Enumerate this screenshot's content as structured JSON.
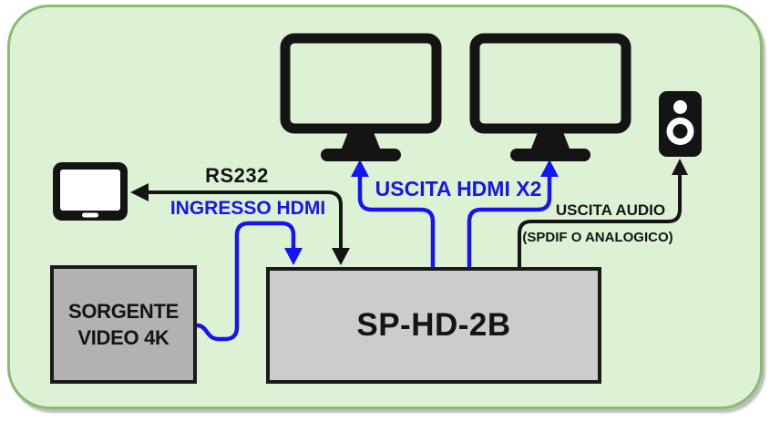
{
  "diagram": {
    "device_model": "SP-HD-2B",
    "panel": {
      "background": "#ddf2d5",
      "border_color": "#8abb6f"
    },
    "colors": {
      "hdmi_blue": "#1515f0",
      "line_black": "#141414",
      "source_box_fill": "#b2b2b2",
      "splitter_box_fill": "#cccccc"
    }
  },
  "labels": {
    "rs232": "RS232",
    "ingresso_hdmi": "INGRESSO HDMI",
    "uscita_hdmi": "USCITA HDMI X2",
    "uscita_audio": "USCITA AUDIO",
    "uscita_audio_detail": "(SPDIF O ANALOGICO)"
  },
  "nodes": {
    "source_box": {
      "line1": "SORGENTE",
      "line2": "VIDEO 4K"
    },
    "splitter_box": {
      "label": "SP-HD-2B"
    },
    "display_left": {
      "icon": "monitor-icon"
    },
    "display_right": {
      "icon": "monitor-icon"
    },
    "speaker": {
      "icon": "speaker-icon"
    },
    "controller": {
      "icon": "tablet-icon"
    }
  },
  "connections": [
    {
      "from": "splitter_box",
      "to": "controller",
      "label": "RS232",
      "color": "black",
      "arrows": "both-ends"
    },
    {
      "from": "source_box",
      "to": "splitter_box",
      "label": "INGRESSO HDMI",
      "color": "blue",
      "arrows": "into-splitter"
    },
    {
      "from": "splitter_box",
      "to": "display_left",
      "label": "USCITA HDMI X2",
      "color": "blue",
      "arrows": "into-display"
    },
    {
      "from": "splitter_box",
      "to": "display_right",
      "label": "USCITA HDMI X2",
      "color": "blue",
      "arrows": "into-display"
    },
    {
      "from": "splitter_box",
      "to": "speaker",
      "label": "USCITA AUDIO (SPDIF O ANALOGICO)",
      "color": "black",
      "arrows": "into-speaker"
    }
  ]
}
